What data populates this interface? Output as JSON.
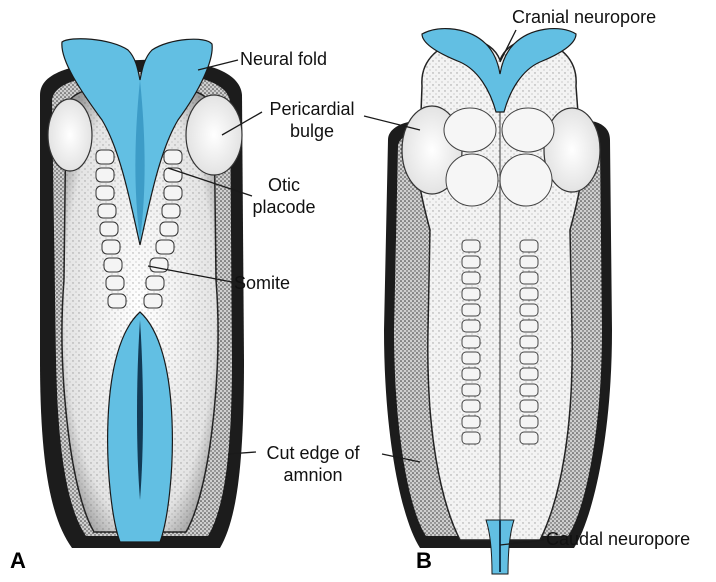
{
  "panels": [
    {
      "letter": "A"
    },
    {
      "letter": "B"
    }
  ],
  "labels": {
    "neural_fold": "Neural fold",
    "pericardial_bulge_1": "Pericardial",
    "pericardial_bulge_2": "bulge",
    "otic_placode_1": "Otic",
    "otic_placode_2": "placode",
    "somite": "Somite",
    "cut_edge_1": "Cut edge of",
    "cut_edge_2": "amnion",
    "cranial_neuropore": "Cranial neuropore",
    "caudal_neuropore": "Caudal neuropore"
  },
  "colors": {
    "neural_tissue": "#62bfe3",
    "outline": "#1a1a1a",
    "stipple": "#444444",
    "background": "#ffffff"
  }
}
